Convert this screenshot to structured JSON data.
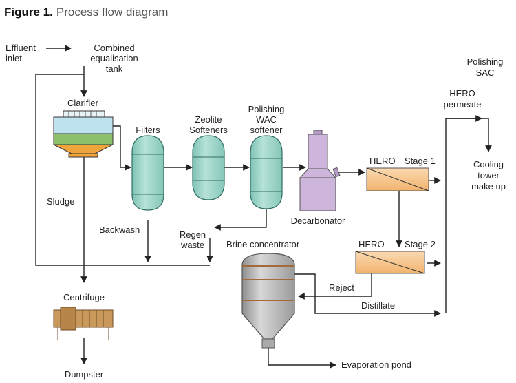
{
  "figure": {
    "label": "Figure 1.",
    "title": "Process flow diagram"
  },
  "labels": {
    "effluent_1": "Effluent",
    "effluent_2": "inlet",
    "combined_1": "Combined",
    "combined_2": "equalisation",
    "combined_3": "tank",
    "clarifier": "Clarifier",
    "sludge": "Sludge",
    "filters": "Filters",
    "zeolite_1": "Zeolite",
    "zeolite_2": "Softeners",
    "polishing_wac_1": "Polishing",
    "polishing_wac_2": "WAC",
    "polishing_wac_3": "softener",
    "decarbonator": "Decarbonator",
    "hero_1": "HERO",
    "stage_1": "Stage 1",
    "hero_2": "HERO",
    "stage_2": "Stage 2",
    "polishing_sac_1": "Polishing",
    "polishing_sac_2": "SAC",
    "hero_permeate_1": "HERO",
    "hero_permeate_2": "permeate",
    "cooling_1": "Cooling",
    "cooling_2": "tower",
    "cooling_3": "make up",
    "backwash": "Backwash",
    "regen_1": "Regen",
    "regen_2": "waste",
    "brine": "Brine concentrator",
    "reject": "Reject",
    "distillate": "Distillate",
    "centrifuge": "Centrifuge",
    "dumpster": "Dumpster",
    "evaporation": "Evaporation pond"
  },
  "colors": {
    "vessel_teal": "#9fd3c8",
    "clarifier_blue": "#bfe3ee",
    "clarifier_green": "#8cc06a",
    "clarifier_orange": "#f0a43c",
    "decarbonator_purple": "#cdb5dc",
    "hero_orange": "#f7c690",
    "brine_gray": "#b4b4b4",
    "centrifuge_brown": "#c9995c"
  }
}
